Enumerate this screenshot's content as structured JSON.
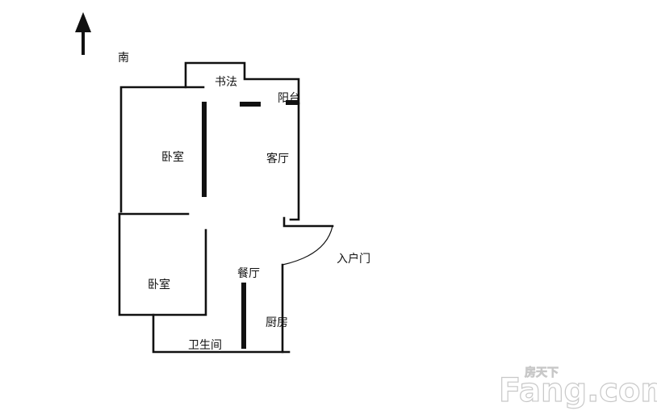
{
  "compass": {
    "label": "南"
  },
  "rooms": {
    "study": "书法",
    "balcony": "阳台",
    "bedroom_upper": "卧室",
    "living_room": "客厅",
    "bedroom_lower": "卧室",
    "dining_room": "餐厅",
    "entrance_door": "入户门",
    "kitchen": "厨房",
    "bathroom": "卫生间"
  },
  "watermark": {
    "site_cn": "房天下",
    "site_en": "Fang.com"
  },
  "colors": {
    "ink": "#111111",
    "watermark": "#c8c8c8",
    "background": "#ffffff"
  }
}
